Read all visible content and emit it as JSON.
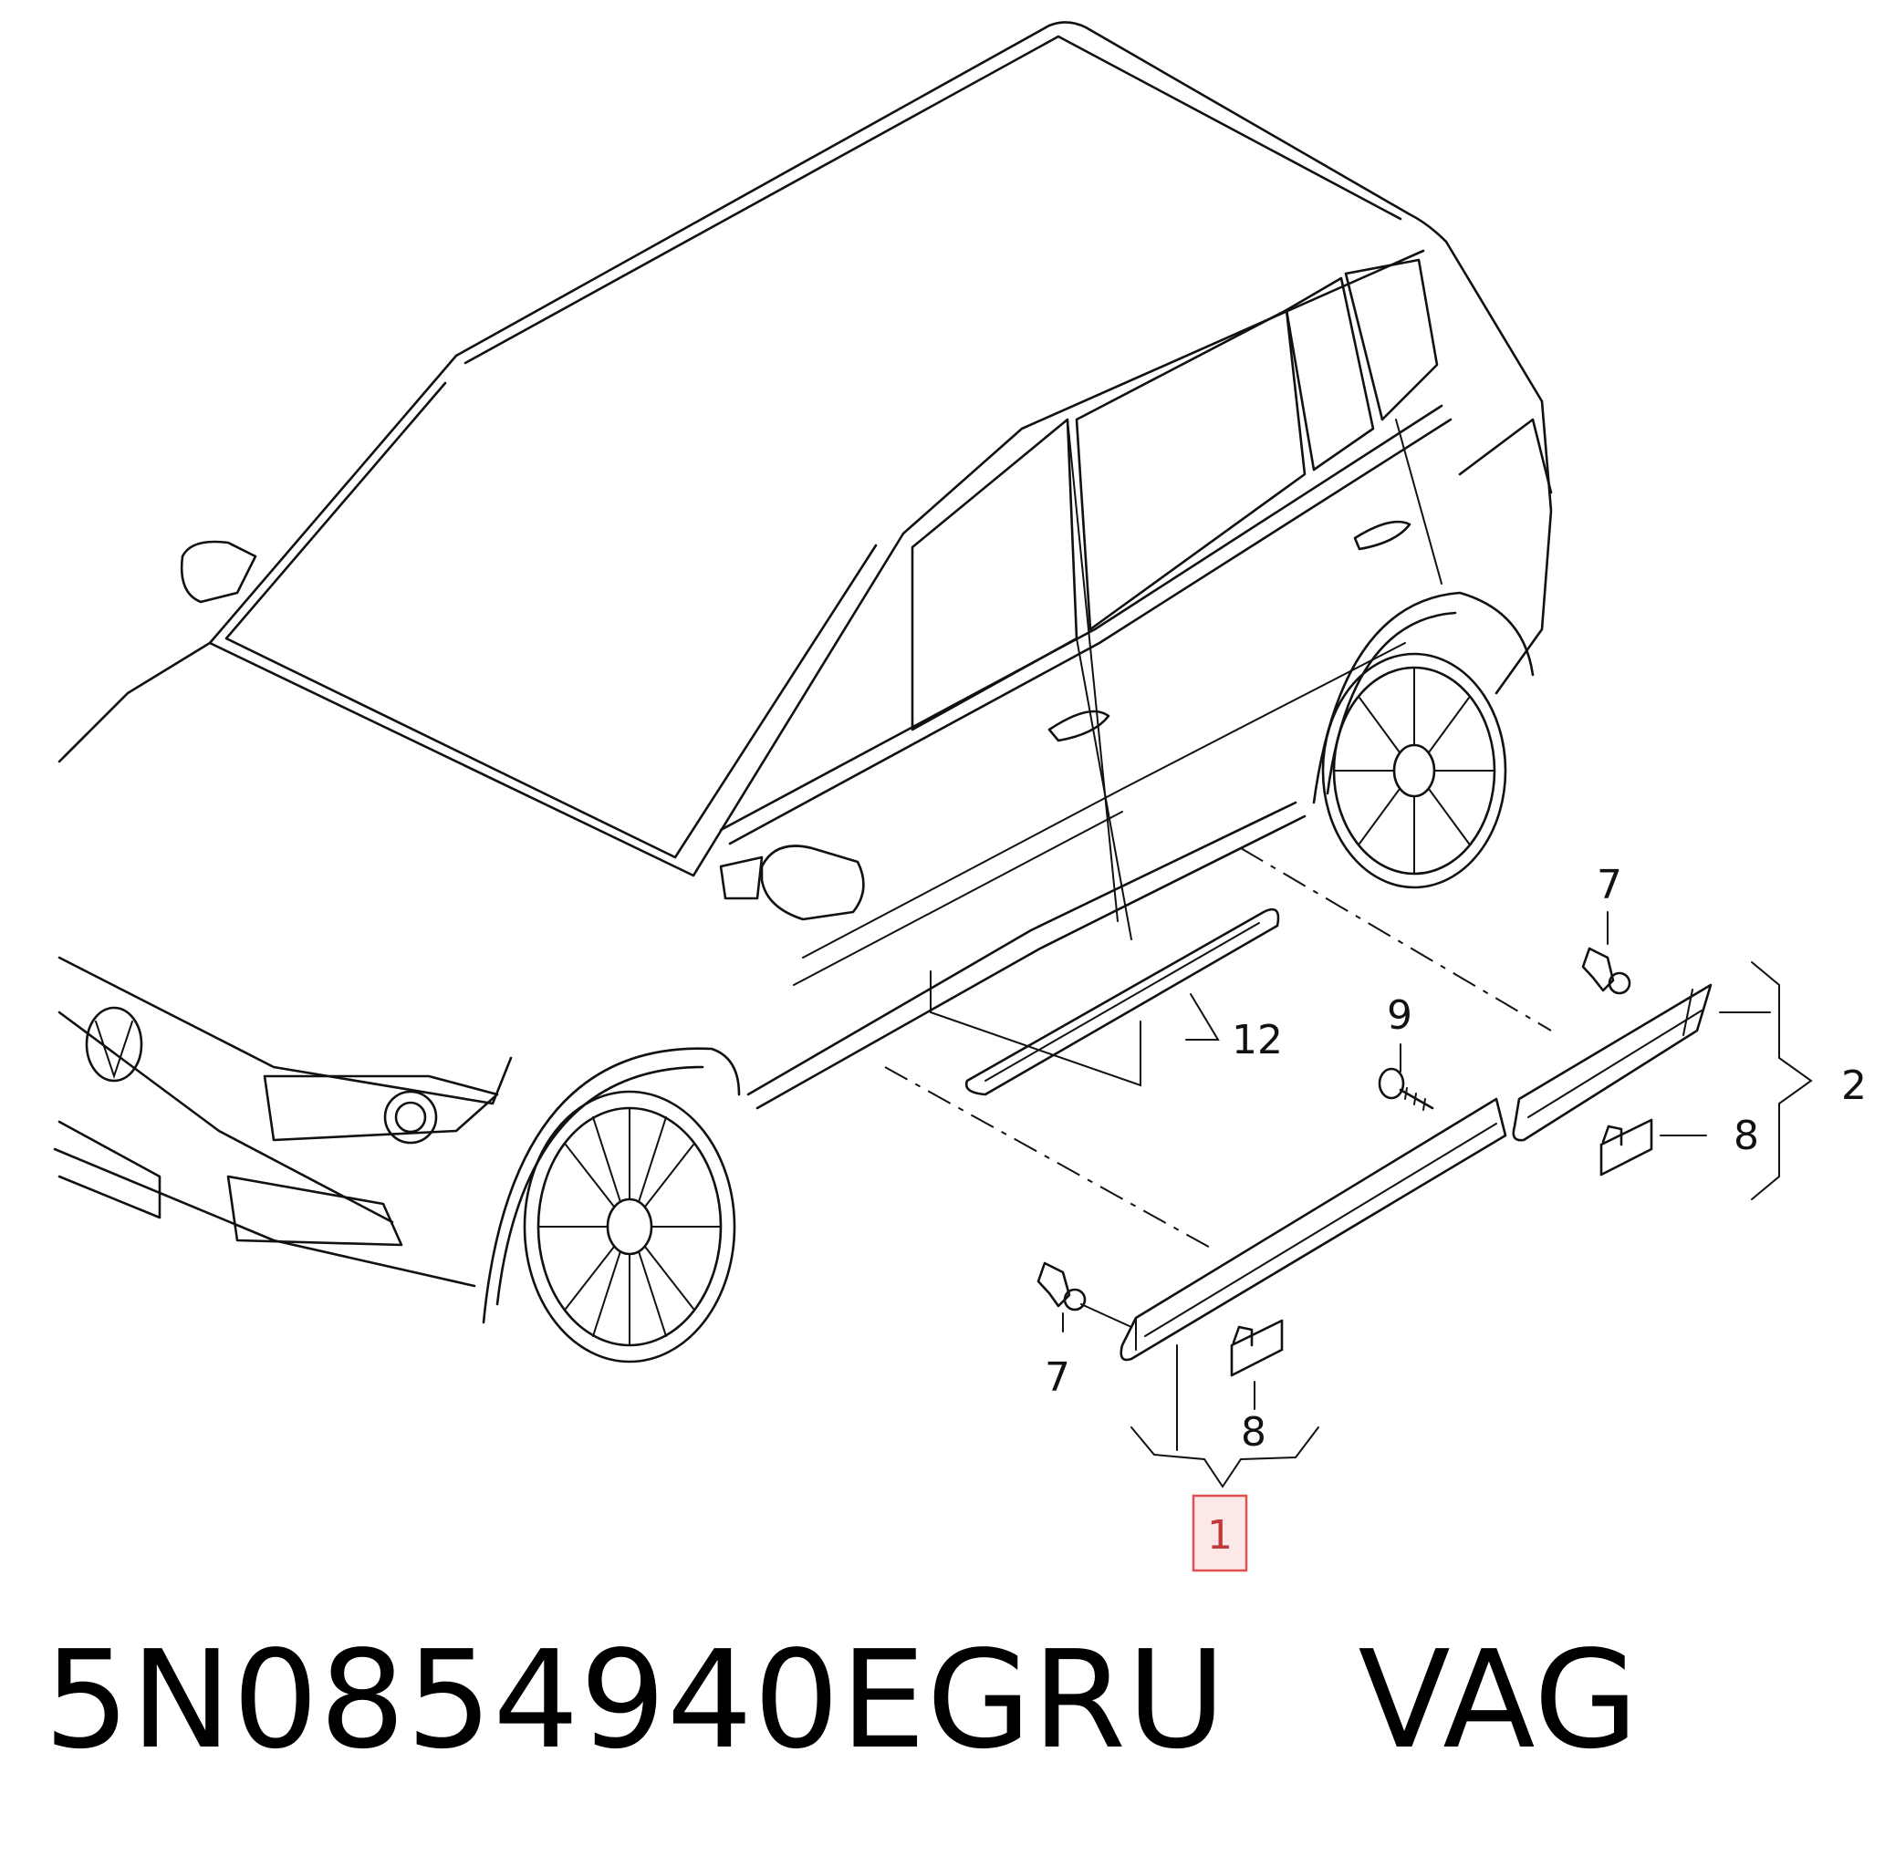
{
  "callouts": {
    "c1": "1",
    "c2": "2",
    "c7a": "7",
    "c7b": "7",
    "c8a": "8",
    "c8b": "8",
    "c9": "9",
    "c12": "12"
  },
  "caption": {
    "part_number": "5N0854940EGRU",
    "brand": "VAG"
  },
  "colors": {
    "line": "#111111",
    "highlight_border": "#e05050",
    "highlight_fill": "#fde8e8"
  }
}
